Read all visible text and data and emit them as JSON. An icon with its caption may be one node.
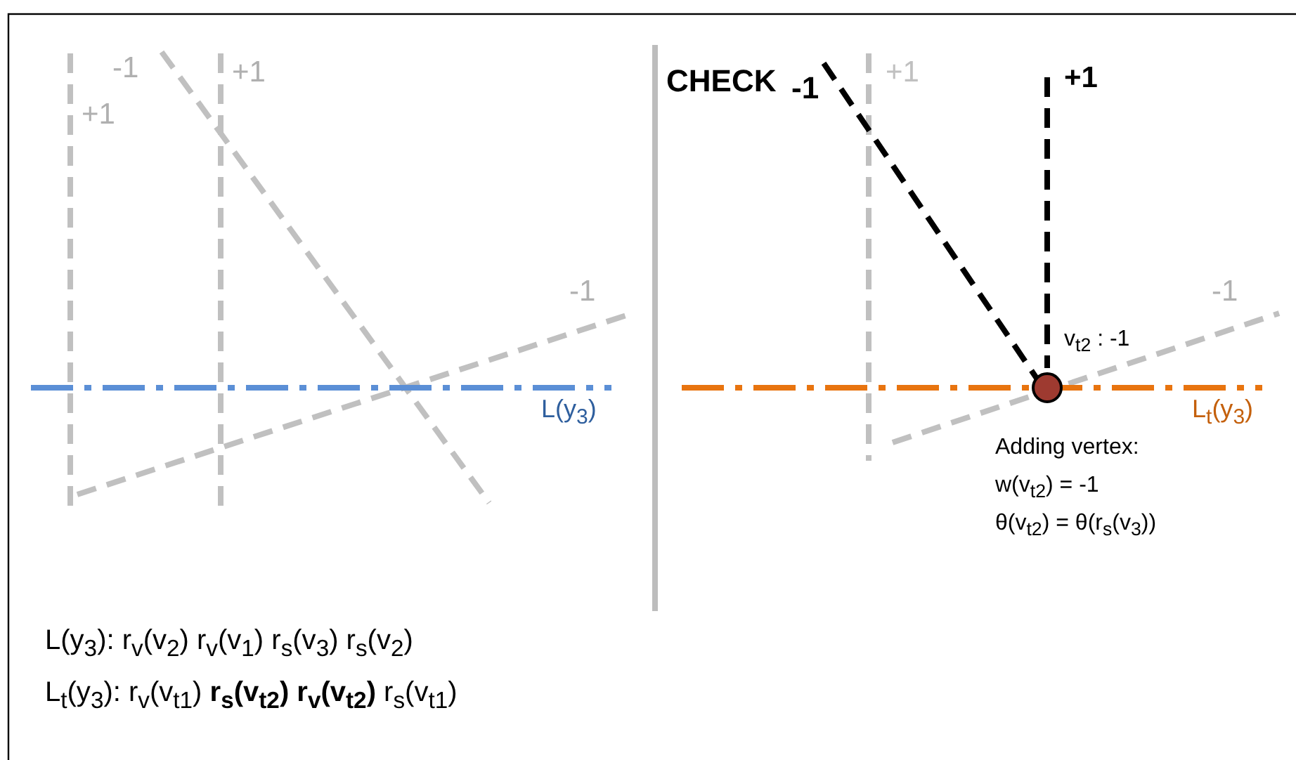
{
  "diagram": {
    "labels": [
      "-1",
      "+1",
      "+1",
      "CHECK",
      "-1",
      "+1",
      "+1",
      "-1",
      "-1",
      "v$_{t2}$ : -1",
      "L(y$_{3}$)",
      "L$_{t}$(y$_{3}$)",
      "Adding vertex:",
      "w(v$_{t2}$) = -1",
      "θ(v$_{t2}$) = θ(r$_{s}$(v$_{3}$))",
      "L(y$_{3}$): r$_{v}$(v$_{2}$) r$_{v}$(v$_{1}$) r$_{s}$(v$_{3}$) r$_{s}$(v$_{2}$)",
      "L$_{t}$(y$_{3}$): r$_{v}$(v$_{t1}$) **r$_{s}$(v$_{t2}$) r$_{v}$(v$_{t2}$)** r$_{s}$(v$_{t1}$)"
    ]
  }
}
